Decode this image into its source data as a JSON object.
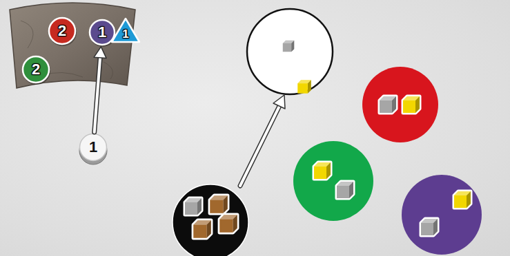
{
  "diagram": {
    "nodes": [
      {
        "text": [
          "2"
        ]
      },
      {
        "text": [
          "1"
        ]
      },
      {
        "text": [
          "1"
        ]
      },
      {
        "text": [
          "2"
        ]
      },
      {
        "text": [
          "1"
        ]
      }
    ],
    "edges": [
      {
        "from": 4,
        "to": 1,
        "arrow": "to"
      }
    ]
  }
}
